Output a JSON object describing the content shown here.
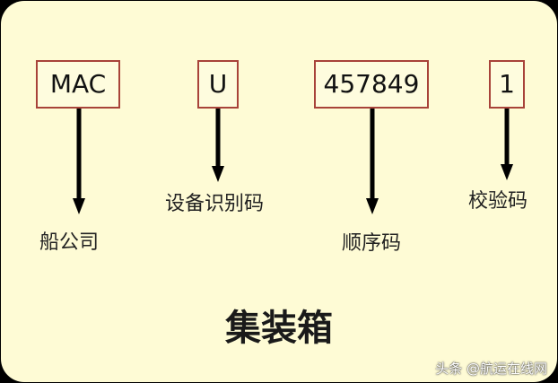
{
  "diagram": {
    "boxes": {
      "owner_code": "MAC",
      "equipment_id": "U",
      "serial_number": "457849",
      "check_digit": "1"
    },
    "labels": {
      "owner_code": "船公司",
      "equipment_id": "设备识别码",
      "serial_number": "顺序码",
      "check_digit": "校验码"
    },
    "title": "集装箱",
    "colors": {
      "panel_background": "#FEFBD5",
      "box_border": "#A8433A",
      "outer_background": "#000000",
      "arrow": "#000000"
    }
  },
  "watermark": "头条 @航运在线网"
}
